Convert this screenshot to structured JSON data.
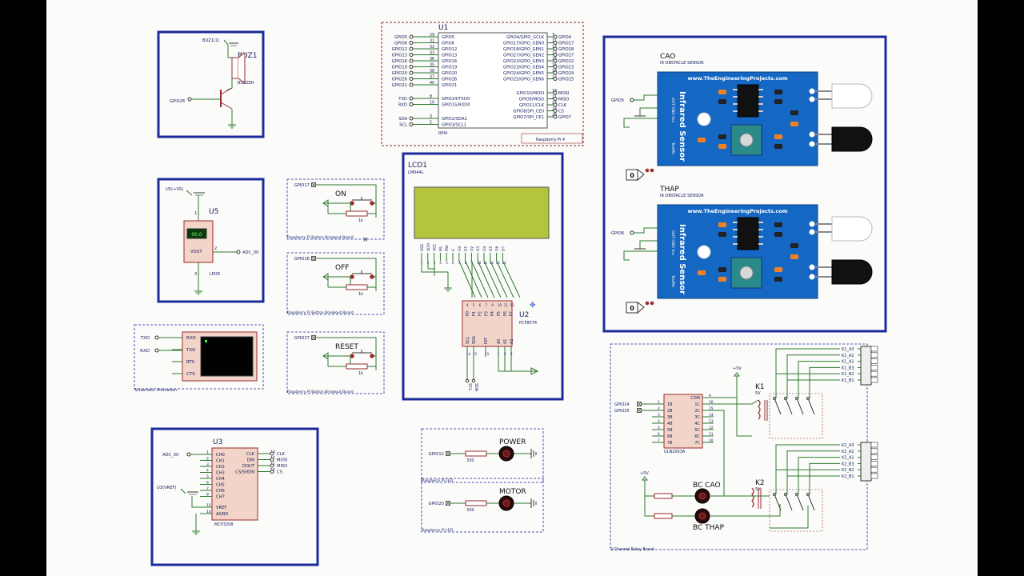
{
  "colors": {
    "wire": "#2e7a2e",
    "comp": "#9a2a2a",
    "body": "#f2d4c8",
    "blue": "#1c2b9c",
    "sensor": "#1567c4",
    "lcd": "#b4c43c",
    "text": "#1a2060"
  },
  "rpi": {
    "ref": "U1",
    "value": "RPI4",
    "board": "Raspberry Pi 4",
    "left": [
      [
        "GPIO5",
        "29"
      ],
      [
        "GPIO6",
        "31"
      ],
      [
        "GPIO12",
        "32"
      ],
      [
        "GPIO13",
        "33"
      ],
      [
        "GPIO16",
        "36"
      ],
      [
        "GPIO19",
        "35"
      ],
      [
        "GPIO20",
        "38"
      ],
      [
        "GPIO26",
        "37"
      ],
      [
        "GPIO21",
        "40"
      ]
    ],
    "left_inner": [
      "GPIO5",
      "GPIO6",
      "GPIO12",
      "GPIO13",
      "GPIO16",
      "GPIO19",
      "GPIO20",
      "GPIO26",
      "GPIO21"
    ],
    "right": [
      [
        "7",
        "GPIO4"
      ],
      [
        "11",
        "GPIO17"
      ],
      [
        "12",
        "GPIO18"
      ],
      [
        "13",
        "GPIO27"
      ],
      [
        "15",
        "GPIO22"
      ],
      [
        "16",
        "GPIO23"
      ],
      [
        "18",
        "GPIO24"
      ],
      [
        "22",
        "GPIO25"
      ]
    ],
    "right_inner": [
      "GPIO4/GPIO_GCLK",
      "GPIO17/GPIO_GEN0",
      "GPIO18/GPIO_GEN1",
      "GPIO27/GPIO_GEN2",
      "GPIO22/GPIO_GEN3",
      "GPIO23/GPIO_GEN4",
      "GPIO24/GPIO_GEN5",
      "GPIO25/GPIO_GEN6"
    ],
    "uart": [
      [
        "TXD",
        "8",
        "GPIO14/TXD0"
      ],
      [
        "RXD",
        "10",
        "GPIO15/RXD0"
      ]
    ],
    "i2c": [
      [
        "SDA",
        "3",
        "GPIO2/SDA1"
      ],
      [
        "SCL",
        "5",
        "GPIO3/SCL1"
      ]
    ],
    "spi": [
      [
        "19",
        "MOSI",
        "GPIO10/MOSI"
      ],
      [
        "21",
        "MISO",
        "GPIO9/MISO"
      ],
      [
        "23",
        "CLK",
        "GPIO11/CLK"
      ],
      [
        "24",
        "CS",
        "GPIO8/SPI_CE0"
      ],
      [
        "26",
        "GPIO7",
        "GPIO7/SPI_CE1"
      ]
    ]
  },
  "buzzer": {
    "ref": "BUZ1",
    "value": "BUZZER",
    "port": "BUZ1(1)",
    "gpio": "GPIO26"
  },
  "lm35": {
    "ref": "U5",
    "value": "LM35",
    "port": "U5(+VS)",
    "pin_out": "VOUT",
    "reading": "00.0",
    "out": "ADC_00",
    "pins": [
      "1",
      "2",
      "3"
    ]
  },
  "buttons": [
    {
      "gpio": "GPIO17",
      "label": "ON",
      "res": "1k",
      "board": "Raspberry Pi Button Breakout Board"
    },
    {
      "gpio": "GPIO18",
      "label": "OFF",
      "res": "1k",
      "board": "Raspberry Pi Button Breakout Board"
    },
    {
      "gpio": "GPIO27",
      "label": "RESET",
      "res": "1k",
      "board": "Raspberry Pi Button Breakout Board"
    }
  ],
  "terminal": {
    "label": "Schematic Animation",
    "left": [
      "TXD",
      "RXD"
    ],
    "pins": [
      "RXD",
      "TXD",
      "RTS",
      "CTS"
    ]
  },
  "adc": {
    "ref": "U3",
    "value": "MCP3208",
    "in": "ADC_00",
    "vref": "U3(VREF)",
    "left": [
      [
        "1",
        "CH0"
      ],
      [
        "2",
        "CH1"
      ],
      [
        "3",
        "CH2"
      ],
      [
        "4",
        "CH3"
      ],
      [
        "5",
        "CH4"
      ],
      [
        "6",
        "CH5"
      ],
      [
        "7",
        "CH6"
      ],
      [
        "8",
        "CH7"
      ]
    ],
    "left2": [
      [
        "15",
        "VREF"
      ],
      [
        "14",
        "AGND"
      ]
    ],
    "right": [
      [
        "13",
        "CLK",
        "CLK"
      ],
      [
        "12",
        "DIN",
        "MOSI"
      ],
      [
        "11",
        "DOUT",
        "MISO"
      ],
      [
        "10",
        "CS/SHDN",
        "CS"
      ]
    ]
  },
  "lcd": {
    "ref": "LCD1",
    "value": "LM044L",
    "pins": [
      "VSS",
      "VDD",
      "VEE",
      "RS",
      "RW",
      "E",
      "D0",
      "D1",
      "D2",
      "D3",
      "D4",
      "D5",
      "D6",
      "D7"
    ],
    "pinnums": [
      "1",
      "2",
      "3",
      "4",
      "5",
      "6",
      "7",
      "8",
      "9",
      "10",
      "11",
      "12",
      "13",
      "14"
    ]
  },
  "expander": {
    "ref": "U2",
    "value": "PCF8574",
    "top": [
      "P0",
      "P1",
      "P2",
      "P3",
      "P4",
      "P5",
      "P6",
      "P7"
    ],
    "topnums": [
      "4",
      "5",
      "6",
      "7",
      "9",
      "10",
      "11",
      "12"
    ],
    "bottom": [
      "SCL",
      "SDA",
      "INT",
      "A0",
      "A1",
      "A2"
    ],
    "bottomnums": [
      "14",
      "15",
      "13",
      "1",
      "2",
      "3"
    ],
    "lines": [
      "SCL",
      "SDA"
    ]
  },
  "leds": [
    {
      "gpio": "GPIO12",
      "label": "POWER",
      "res": "330",
      "board": "Raspberry Pi LED"
    },
    {
      "gpio": "GPIO20",
      "label": "MOTOR",
      "res": "330",
      "board": "Raspberry Pi LED"
    }
  ],
  "sensors": [
    {
      "title": "CAO",
      "subtitle": "IR OBSTACLE SENSOR",
      "gpio": "GPIO5",
      "site": "www.TheEngineeringProjects.com",
      "name": "Infrared Sensor",
      "pins": "OUT GND Vcc",
      "test": "TestPin",
      "value": "0"
    },
    {
      "title": "THAP",
      "subtitle": "IR OBSTACLE SENSOR",
      "gpio": "GPIO6",
      "site": "www.TheEngineeringProjects.com",
      "name": "Infrared Sensor",
      "pins": "OUT GND Vcc",
      "test": "TestPin",
      "value": "0"
    }
  ],
  "relay": {
    "board": "2 Channel Relay Board",
    "vcc": "+5V",
    "driver": "ULN2003A",
    "gpio": [
      "GPIO24",
      "GPIO25"
    ],
    "uln_left": [
      [
        "1",
        "1B"
      ],
      [
        "2",
        "2B"
      ],
      [
        "3",
        "3B"
      ],
      [
        "4",
        "4B"
      ],
      [
        "5",
        "5B"
      ],
      [
        "6",
        "6B"
      ],
      [
        "7",
        "7B"
      ]
    ],
    "uln_right": [
      [
        "9",
        "COM"
      ],
      [
        "16",
        "1C"
      ],
      [
        "15",
        "2C"
      ],
      [
        "14",
        "3C"
      ],
      [
        "13",
        "4C"
      ],
      [
        "12",
        "5C"
      ],
      [
        "11",
        "6C"
      ],
      [
        "10",
        "7C"
      ]
    ],
    "k": [
      {
        "ref": "K1",
        "v": "5V",
        "terms": [
          "K1_A3",
          "K1_A2",
          "K1_A1",
          "K1_B3",
          "K1_B2",
          "K1_B1"
        ]
      },
      {
        "ref": "K2",
        "v": "5V",
        "terms": [
          "K2_A3",
          "K2_A2",
          "K2_A1",
          "K2_B3",
          "K2_B2",
          "K2_B1"
        ]
      }
    ],
    "lamps": [
      "BC CAO",
      "BC THAP"
    ]
  }
}
